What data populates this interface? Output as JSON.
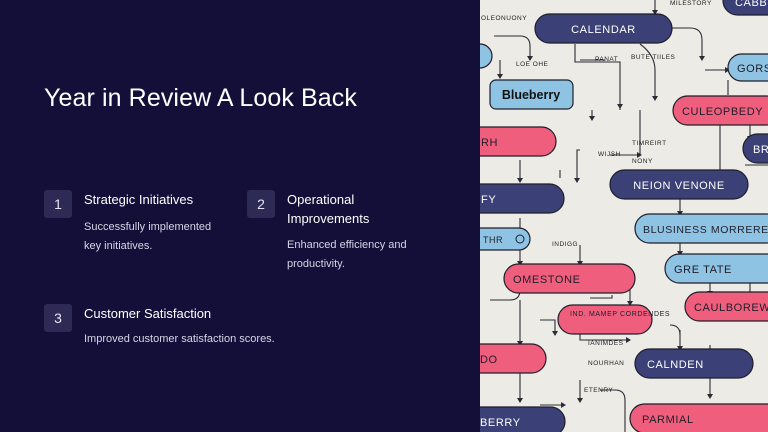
{
  "slide": {
    "title": "Year in Review A Look Back",
    "items": [
      {
        "number": "1",
        "title": "Strategic Initiatives",
        "description": "Successfully implemented key initiatives."
      },
      {
        "number": "2",
        "title": "Operational Improvements",
        "description": "Enhanced efficiency and productivity."
      },
      {
        "number": "3",
        "title": "Customer Satisfaction",
        "description": "Improved customer satisfaction scores."
      }
    ]
  },
  "illustration": {
    "pills": [
      "CALENDAR",
      "CABB",
      "GORS",
      "Blueberry",
      "CULEOPBEDY",
      "BR",
      "RH",
      "NEION VENONE",
      "FY",
      "BLUSINESS MORRERE",
      "THR",
      "GRE TATE",
      "OMESTONE",
      "CAULBOREWE",
      "IND. MAMEP CORDENDES",
      "DO",
      "CALNDEN",
      "BERRY",
      "PARMIAL"
    ],
    "small_labels": [
      "MILESTORY",
      "OLEONUONY",
      "PANAT",
      "BUTE TIILES",
      "LOE OHE",
      "TIMREIRT",
      "WIJSH",
      "NONY",
      "INDIGG",
      "IANIMDES",
      "NOURHAN",
      "ETENRY"
    ],
    "colors": {
      "navy": "#3b4076",
      "pink": "#ef5f7d",
      "light_blue": "#8fc3e3",
      "background": "#ecebe6",
      "slide_bg": "#140f38"
    }
  }
}
